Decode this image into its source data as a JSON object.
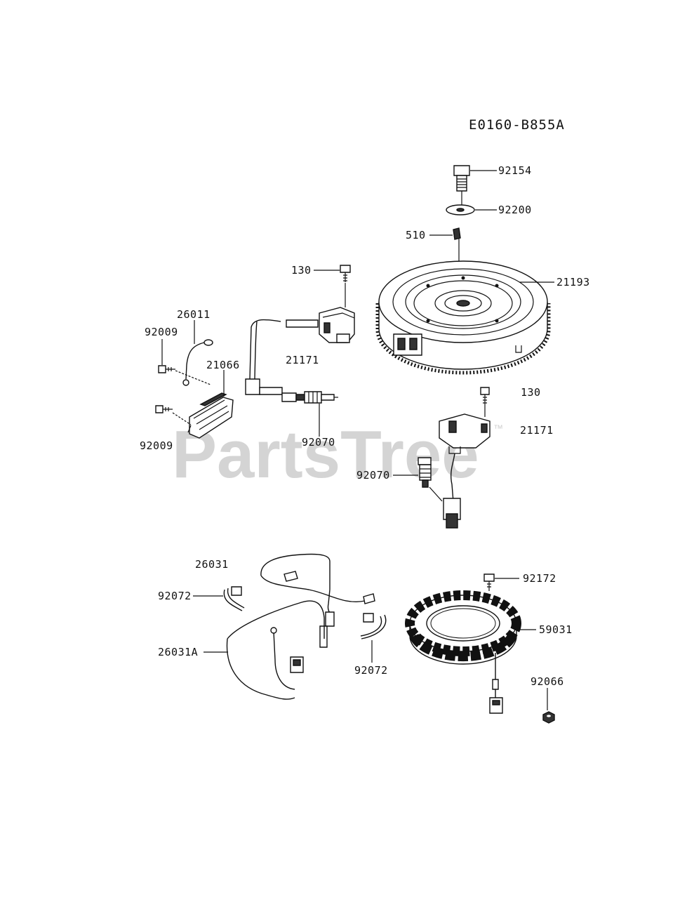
{
  "diagram_code": "E0160-B855A",
  "watermark": {
    "brand": "PartsTree",
    "mark": "™"
  },
  "callouts": [
    {
      "id": "c-92154",
      "text": "92154"
    },
    {
      "id": "c-92200",
      "text": "92200"
    },
    {
      "id": "c-510",
      "text": "510"
    },
    {
      "id": "c-21193",
      "text": "21193"
    },
    {
      "id": "c-130a",
      "text": "130"
    },
    {
      "id": "c-26011",
      "text": "26011"
    },
    {
      "id": "c-92009a",
      "text": "92009"
    },
    {
      "id": "c-21066",
      "text": "21066"
    },
    {
      "id": "c-21171a",
      "text": "21171"
    },
    {
      "id": "c-92009b",
      "text": "92009"
    },
    {
      "id": "c-92070a",
      "text": "92070"
    },
    {
      "id": "c-130b",
      "text": "130"
    },
    {
      "id": "c-21171b",
      "text": "21171"
    },
    {
      "id": "c-92070b",
      "text": "92070"
    },
    {
      "id": "c-26031",
      "text": "26031"
    },
    {
      "id": "c-92172",
      "text": "92172"
    },
    {
      "id": "c-92072a",
      "text": "92072"
    },
    {
      "id": "c-59031",
      "text": "59031"
    },
    {
      "id": "c-26031A",
      "text": "26031A"
    },
    {
      "id": "c-92072b",
      "text": "92072"
    },
    {
      "id": "c-92066",
      "text": "92066"
    }
  ]
}
